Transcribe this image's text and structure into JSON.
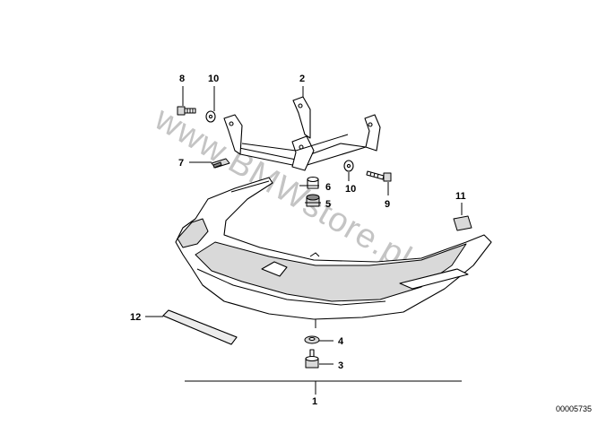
{
  "watermark": "www.BMWstore.pl",
  "reference_number": "00005735",
  "callouts": {
    "c1": "1",
    "c2": "2",
    "c3": "3",
    "c4": "4",
    "c5": "5",
    "c6": "6",
    "c7": "7",
    "c8": "8",
    "c9": "9",
    "c10a": "10",
    "c10b": "10",
    "c11": "11",
    "c12": "12"
  }
}
